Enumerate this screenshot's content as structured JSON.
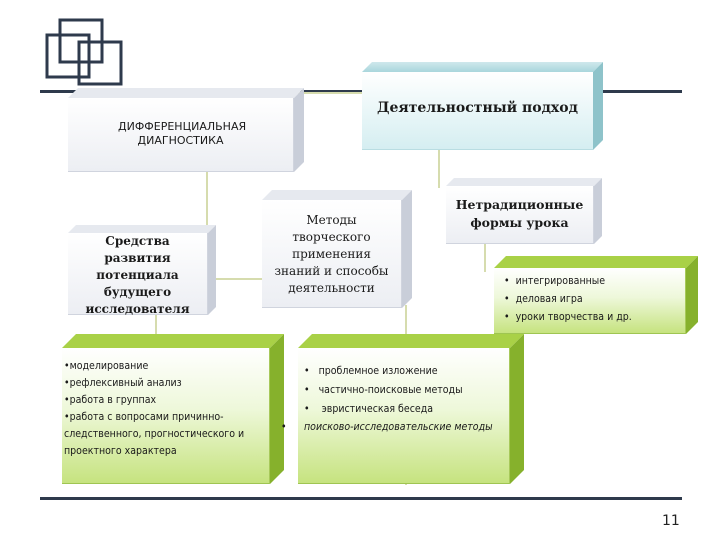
{
  "boxes": {
    "differential": "ДИФФЕРЕНЦИАЛЬНАЯ ДИАГНОСТИКА",
    "activity": "Деятельностный подход",
    "means": "Средства развития потенциала будущего исследователя",
    "methods": "Методы творческого применения знаний и способы деятельности",
    "nontraditional": "Нетрадиционные формы урока"
  },
  "lists": {
    "left": [
      "моделирование",
      "рефлексивный анализ",
      "работа в группах",
      "работа с вопросами причинно-следственного, прогностического и проектного характера"
    ],
    "middle": [
      "проблемное изложение",
      "частично-поисковые методы",
      "эвристическая беседа",
      "поисково-исследовательские методы"
    ],
    "right": [
      "интегрированные",
      "деловая игра",
      "уроки творчества и др."
    ]
  },
  "page_number": "11",
  "colors": {
    "rule": "#2e3a4c",
    "connector": "#d6dcae",
    "green_box": "#c6e37f",
    "teal_box": "#a9d6dc"
  }
}
